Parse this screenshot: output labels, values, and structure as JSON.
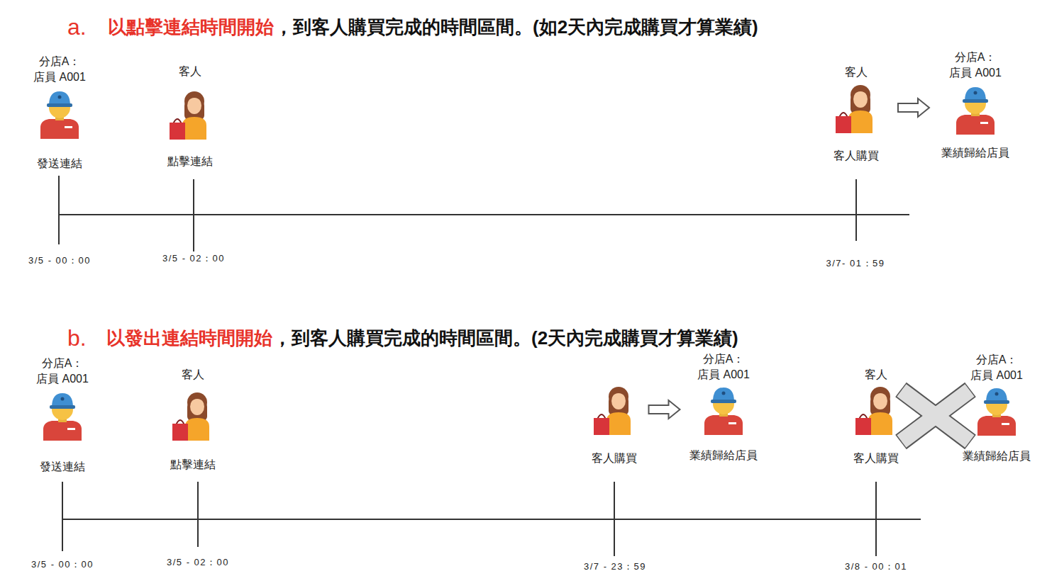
{
  "diagram": {
    "nodes": [
      {
        "text": [
          "分店A： 店員 A001",
          "發送連結"
        ]
      },
      {
        "text": [
          "客人",
          "點擊連結"
        ]
      },
      {
        "text": [
          "客人",
          "客人購買"
        ]
      },
      {
        "text": [
          "分店A： 店員 A001",
          "業績歸給店員"
        ]
      },
      {
        "text": [
          "分店A： 店員 A001",
          "發送連結"
        ]
      },
      {
        "text": [
          "客人",
          "點擊連結"
        ]
      },
      {
        "text": [
          "客人購買"
        ]
      },
      {
        "text": [
          "分店A： 店員 A001",
          "業績歸給店員"
        ]
      },
      {
        "text": [
          "客人",
          "客人購買"
        ]
      },
      {
        "text": [
          "分店A： 店員 A001",
          "業績歸給店員"
        ]
      }
    ],
    "edges": [
      {
        "from": 2,
        "to": 3,
        "arrow": "to"
      },
      {
        "from": 6,
        "to": 7,
        "arrow": "to"
      }
    ],
    "labels": [
      "a.",
      "以點擊連結時間開始",
      "，到客人購買完成的時間區間。(如2天內完成購買才算業績)",
      "3/5 - 00：00",
      "3/5 - 02：00",
      "3/7- 01：59",
      "b.",
      "以發出連結時間開始",
      "，到客人購買完成的時間區間。(2天內完成購買才算業績)",
      "3/5 - 00：00",
      "3/5 - 02：00",
      "3/7 - 23：59",
      "3/8 - 00：01"
    ]
  }
}
